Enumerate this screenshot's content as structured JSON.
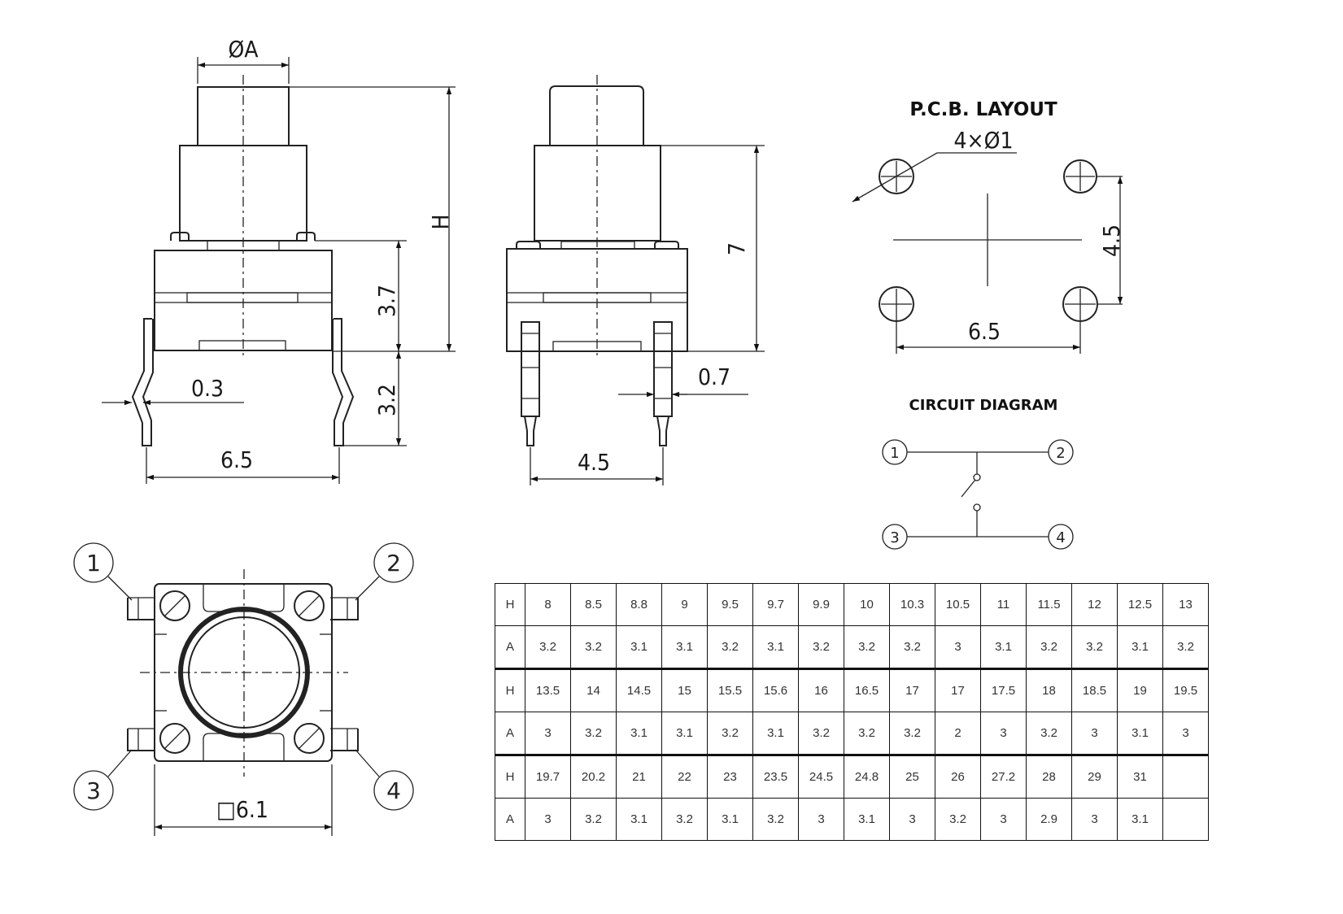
{
  "front_view": {
    "dia_label": "ØA",
    "height_label": "H",
    "base_height": "3.7",
    "lead_height": "3.2",
    "lead_thickness": "0.3",
    "width": "6.5"
  },
  "side_view": {
    "height": "7",
    "lead_width": "0.7",
    "pitch": "4.5"
  },
  "pcb_layout": {
    "title": "P.C.B. LAYOUT",
    "holes": "4×Ø1",
    "pitch_y": "4.5",
    "pitch_x": "6.5"
  },
  "circuit": {
    "title": "CIRCUIT DIAGRAM",
    "pins": [
      "1",
      "2",
      "3",
      "4"
    ]
  },
  "top_view": {
    "pins": [
      "1",
      "2",
      "3",
      "4"
    ],
    "body_size": "□6.1"
  },
  "size_table": {
    "rows": [
      {
        "label": "H",
        "values": [
          "8",
          "8.5",
          "8.8",
          "9",
          "9.5",
          "9.7",
          "9.9",
          "10",
          "10.3",
          "10.5",
          "11",
          "11.5",
          "12",
          "12.5",
          "13"
        ]
      },
      {
        "label": "A",
        "values": [
          "3.2",
          "3.2",
          "3.1",
          "3.1",
          "3.2",
          "3.1",
          "3.2",
          "3.2",
          "3.2",
          "3",
          "3.1",
          "3.2",
          "3.2",
          "3.1",
          "3.2"
        ]
      },
      {
        "label": "H",
        "values": [
          "13.5",
          "14",
          "14.5",
          "15",
          "15.5",
          "15.6",
          "16",
          "16.5",
          "17",
          "17",
          "17.5",
          "18",
          "18.5",
          "19",
          "19.5"
        ]
      },
      {
        "label": "A",
        "values": [
          "3",
          "3.2",
          "3.1",
          "3.1",
          "3.2",
          "3.1",
          "3.2",
          "3.2",
          "3.2",
          "2",
          "3",
          "3.2",
          "3",
          "3.1",
          "3"
        ]
      },
      {
        "label": "H",
        "values": [
          "19.7",
          "20.2",
          "21",
          "22",
          "23",
          "23.5",
          "24.5",
          "24.8",
          "25",
          "26",
          "27.2",
          "28",
          "29",
          "31",
          ""
        ]
      },
      {
        "label": "A",
        "values": [
          "3",
          "3.2",
          "3.1",
          "3.2",
          "3.1",
          "3.2",
          "3",
          "3.1",
          "3",
          "3.2",
          "3",
          "2.9",
          "3",
          "3.1",
          ""
        ]
      }
    ]
  }
}
